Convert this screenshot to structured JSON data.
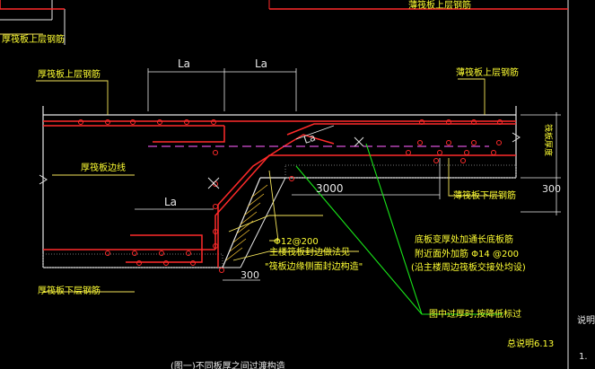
{
  "labels": {
    "thick_top_left_title": "厚筏板上层钢筋",
    "thin_top_right_title": "薄筏板上层钢筋",
    "thick_top_bar": "厚筏板上层钢筋",
    "thin_top_bar": "薄筏板上层钢筋",
    "thick_axis_line": "厚筏板边线",
    "la_1": "La",
    "la_2": "La",
    "la_slope": "La",
    "la_lower": "La",
    "dim_3000": "3000",
    "dim_300_right": "300",
    "dim_300_bottom": "300",
    "rebar_12": "Φ12@200",
    "main_beam_note": "主楼筏板封边做法见",
    "main_beam_note2": "\"筏板边缘侧面封边构造\"",
    "thin_bottom_bar": "薄筏板下层钢筋",
    "right_note_1": "底板变厚处加通长底板筋",
    "right_note_2": "附近面外加筋 Φ14 @200",
    "right_note_3": "(沿主楼周边筏板交接处均设)",
    "green_note": "图中过厚时,按降低标过",
    "thick_bottom_bar": "厚筏板下层钢筋",
    "right_vertical": "筏板厚度",
    "drawing_ref": "总说明6.13",
    "right_edge_1": "说明",
    "right_edge_2": "1.",
    "bottom_caption": "(图一)不同板厚之间过渡构造"
  },
  "colors": {
    "rebar_red": "#ff2a2a",
    "edge_white": "#e8e8e8",
    "annot_yellow": "#ffff33",
    "dash_magenta": "#d64fd6",
    "leader_green": "#19e619",
    "dim_yellow": "#f5e55a"
  }
}
